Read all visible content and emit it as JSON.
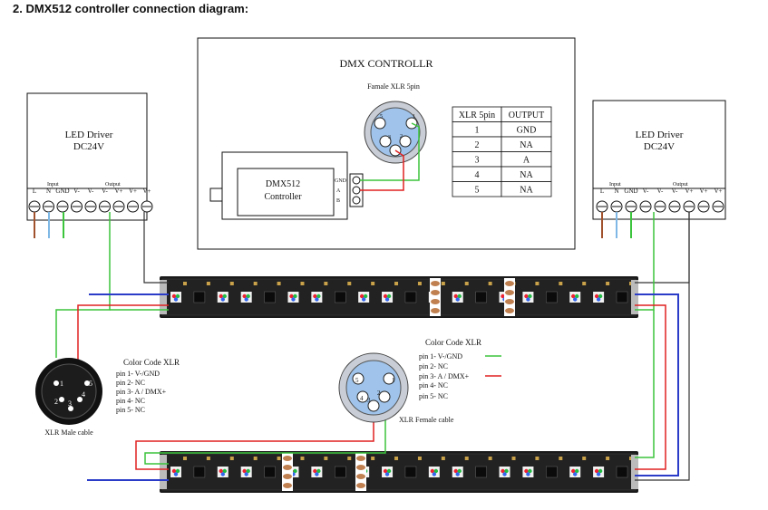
{
  "heading": "2.   DMX512 controller connection diagram:",
  "controller_box": {
    "title": "DMX CONTROLLR",
    "xlr_label": "Famale XLR 5pin",
    "device_label_1": "DMX512",
    "device_label_2": "Controller",
    "terminal_labels": [
      "GND",
      "A",
      "B"
    ]
  },
  "pin_table": {
    "headers": [
      "XLR 5pin",
      "OUTPUT"
    ],
    "rows": [
      [
        "1",
        "GND"
      ],
      [
        "2",
        "NA"
      ],
      [
        "3",
        "A"
      ],
      [
        "4",
        "NA"
      ],
      [
        "5",
        "NA"
      ]
    ]
  },
  "left_driver": {
    "title_1": "LED Driver",
    "title_2": "DC24V",
    "input_label": "Input",
    "output_label": "Output",
    "terminals": [
      "L",
      "N",
      "GND",
      "V-",
      "V-",
      "V-",
      "V+",
      "V+",
      "V+"
    ]
  },
  "right_driver": {
    "title_1": "LED Driver",
    "title_2": "DC24V",
    "input_label": "Input",
    "output_label": "Output",
    "terminals": [
      "L",
      "N",
      "GND",
      "V-",
      "V-",
      "V-",
      "V+",
      "V+",
      "V+"
    ]
  },
  "male_xlr": {
    "caption": "XLR Male cable",
    "pins": [
      "1",
      "2",
      "3",
      "4",
      "5"
    ]
  },
  "female_xlr": {
    "caption": "XLR Female cable",
    "pins": [
      "5",
      "4",
      "3",
      "2",
      "1"
    ]
  },
  "color_code_left": {
    "title": "Color Code XLR",
    "lines": [
      "pin 1- V-/GND",
      "pin 2- NC",
      "pin 3- A / DMX+",
      "pin 4- NC",
      "pin 5- NC"
    ]
  },
  "color_code_right": {
    "title": "Color Code XLR",
    "lines": [
      "pin 1- V-/GND",
      "pin 2- NC",
      "pin 3- A / DMX+",
      "pin 4- NC",
      "pin 5- NC"
    ]
  },
  "colors": {
    "wire_green": "#3cc43c",
    "wire_red": "#e02020",
    "wire_blue": "#2a3cc8",
    "wire_brown": "#a0522d",
    "wire_lightblue": "#7fb8e6",
    "wire_dark": "#333333",
    "strip": "#1a1a1a",
    "copper": "#c08050"
  }
}
